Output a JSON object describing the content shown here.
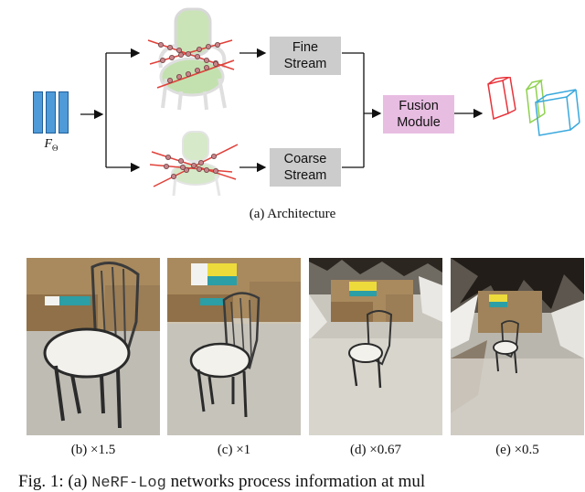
{
  "architecture": {
    "feature_label": "F",
    "feature_subscript": "Θ",
    "fine_stream": "Fine\nStream",
    "coarse_stream": "Coarse\nStream",
    "fusion_module": "Fusion\nModule",
    "caption": "(a) Architecture",
    "colors": {
      "feature_bar": "#4f9ad8",
      "stream_box": "#cccccc",
      "fusion_box": "#e8bde2",
      "bbox_red": "#e8333a",
      "bbox_green": "#8fd14f",
      "bbox_blue": "#3ba9dd"
    }
  },
  "samples": [
    {
      "caption": "(b) ×1.5"
    },
    {
      "caption": "(c) ×1"
    },
    {
      "caption": "(d) ×0.67"
    },
    {
      "caption": "(e) ×0.5"
    }
  ],
  "figure_caption": {
    "prefix": "Fig. 1: (a) ",
    "method": "NeRF-Log",
    "text": " networks process information at mul"
  }
}
